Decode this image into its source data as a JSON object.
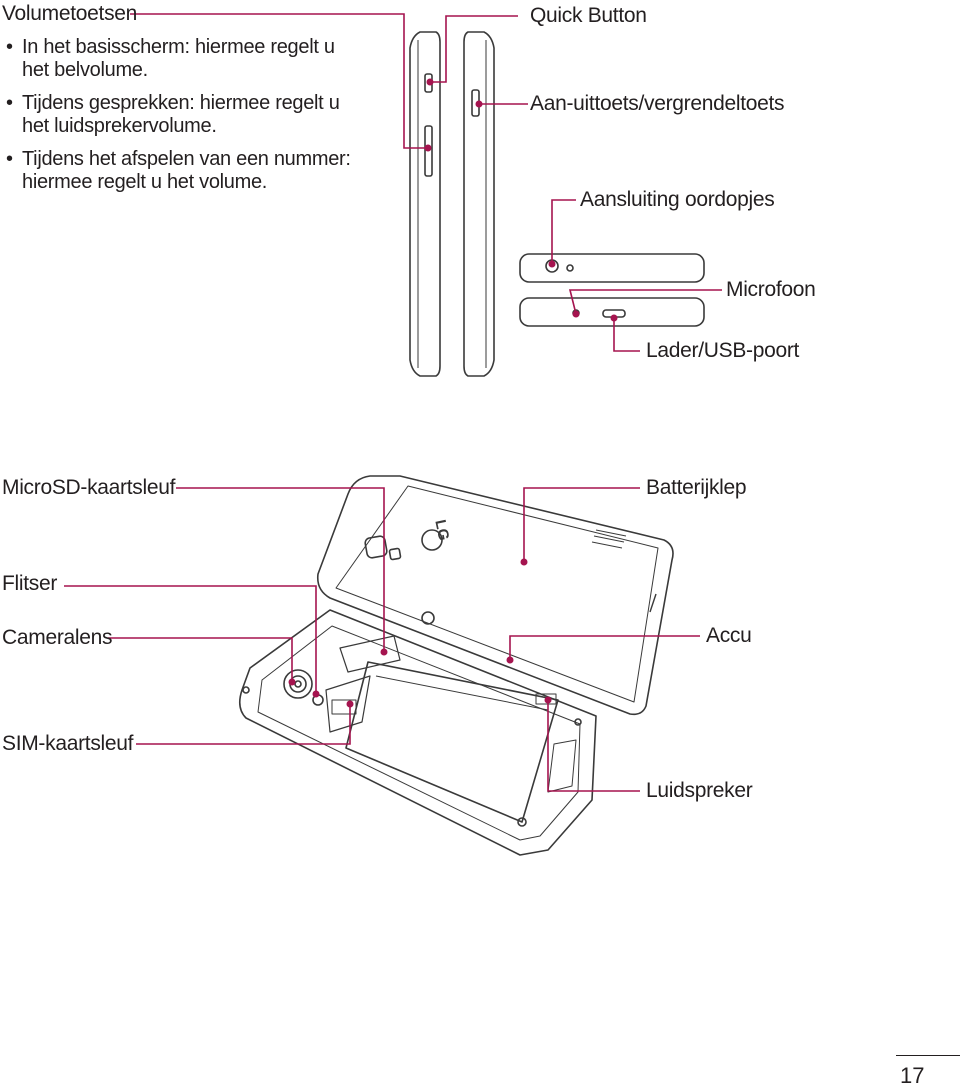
{
  "labels": {
    "volume_keys": "Volumetoetsen",
    "quick_button": "Quick Button",
    "power_lock": "Aan-uittoets/vergrendeltoets",
    "earphone_jack": "Aansluiting oordopjes",
    "microphone": "Microfoon",
    "charger_usb": "Lader/USB-poort",
    "microsd_slot": "MicroSD-kaartsleuf",
    "battery_cover": "Batterijklep",
    "flash": "Flitser",
    "camera_lens": "Cameralens",
    "battery": "Accu",
    "sim_slot": "SIM-kaartsleuf",
    "speaker": "Luidspreker"
  },
  "volume_bullets": [
    "In het basisscherm: hiermee regelt u het belvolume.",
    "Tijdens gesprekken: hiermee regelt u het luidsprekervolume.",
    "Tijdens het afspelen van een nummer: hiermee regelt u het volume."
  ],
  "brand_logo": "LG",
  "page_number": "17",
  "colors": {
    "leader": "#a5144f",
    "outline": "#3a3a3a",
    "text": "#231f20"
  }
}
